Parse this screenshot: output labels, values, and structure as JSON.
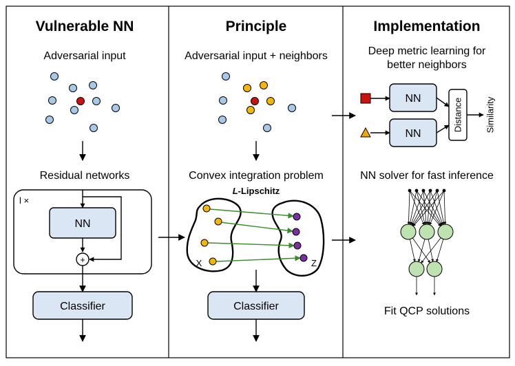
{
  "panels": [
    {
      "title": "Vulnerable NN",
      "subtitle": "Adversarial input",
      "section": "Residual networks",
      "repeat_label": "l ×",
      "nn_label": "NN",
      "plus_label": "+",
      "classifier_label": "Classifier"
    },
    {
      "title": "Principle",
      "subtitle": "Adversarial input + neighbors",
      "section": "Convex integration problem",
      "lipschitz_L": "L",
      "lipschitz_rest": "-Lipschitz",
      "domain_label": "X",
      "codomain_label": "Z",
      "classifier_label": "Classifier"
    },
    {
      "title": "Implementation",
      "subtitle_line1": "Deep metric learning for",
      "subtitle_line2": "better neighbors",
      "nn_top_label": "NN",
      "nn_bottom_label": "NN",
      "distance_label": "Distance",
      "similarity_label": "Similarity",
      "section": "NN solver for fast inference",
      "footer": "Fit QCP solutions"
    }
  ],
  "colors": {
    "neighbor_blue": "#a8c8e8",
    "adversarial_red": "#cc1111",
    "neighbor_orange": "#f5b800",
    "target_purple": "#7a30a0",
    "mapping_green": "#3a8a2a",
    "node_green": "#bfe3b0",
    "box_fill": "#dbe6f4",
    "square_red": "#cc1111",
    "triangle_orange": "#f0a800"
  }
}
